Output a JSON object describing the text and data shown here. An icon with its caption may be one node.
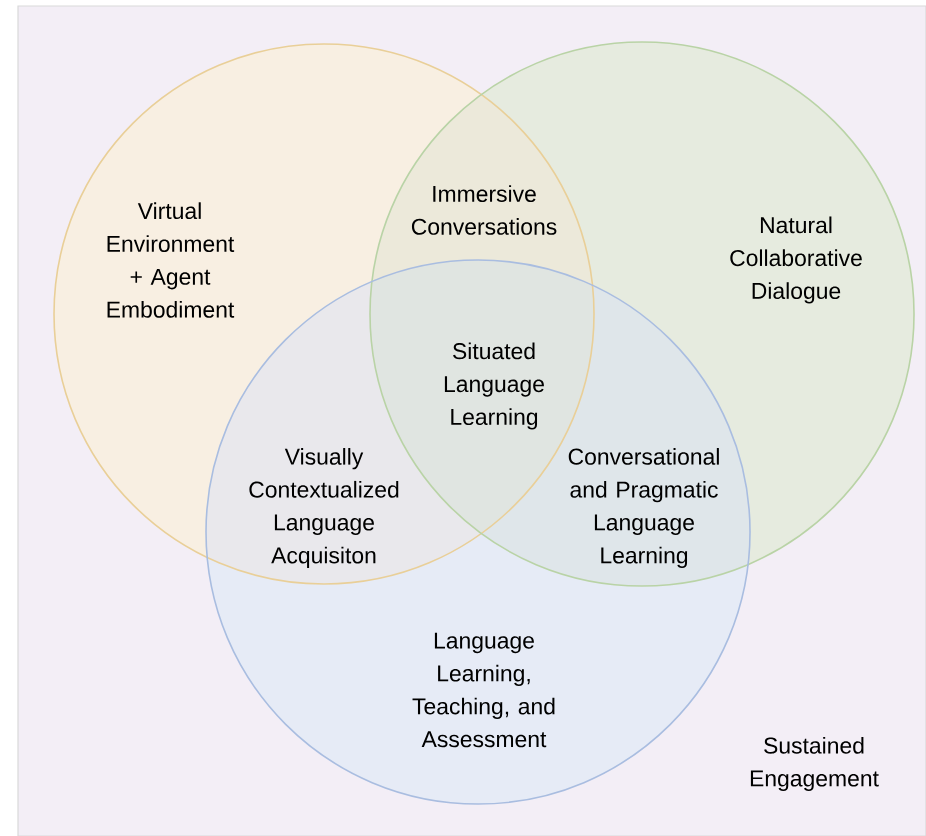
{
  "diagram": {
    "nodes": [
      {
        "text": [
          "Sustained Engagement"
        ]
      },
      {
        "text": [
          "Virtual Environment + Agent Embodiment"
        ],
        "in": 0
      },
      {
        "text": [
          "Natural Collaborative Dialogue"
        ],
        "in": 0
      },
      {
        "text": [
          "Language Learning, Teaching, and Assessment"
        ],
        "in": 0
      }
    ],
    "labels": [
      "Immersive Conversations",
      "Situated Language Learning",
      "Visually Contextualized Language Acquisiton",
      "Conversational and Pragmatic Language Learning"
    ]
  }
}
